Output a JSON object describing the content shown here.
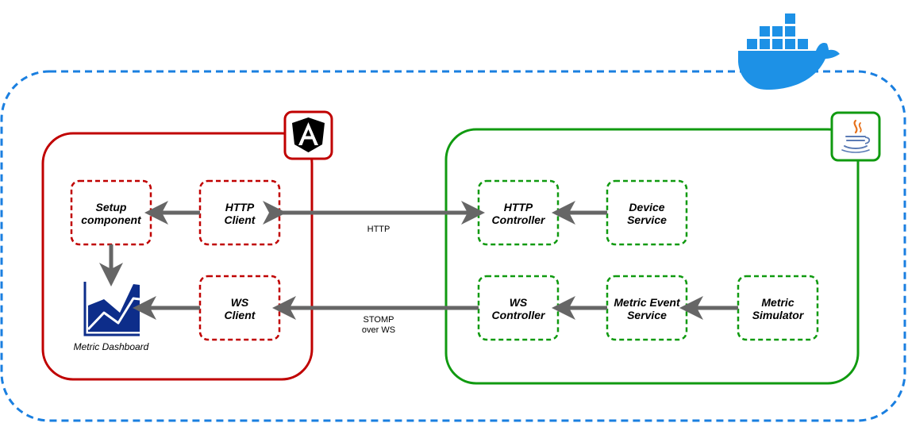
{
  "colors": {
    "docker_blue": "#1d91e6",
    "docker_border": "#1a7fe0",
    "angular_red": "#c00000",
    "java_green": "#109a10",
    "arrow_gray": "#666666",
    "dashboard_navy": "#0d2d8a"
  },
  "icons": {
    "docker": "docker-whale-icon",
    "angular": "angular-shield-icon",
    "java": "java-cup-icon",
    "dashboard": "area-chart-icon"
  },
  "angular_nodes": {
    "setup": {
      "line1": "Setup",
      "line2": "component"
    },
    "http_client": {
      "line1": "HTTP",
      "line2": "Client"
    },
    "ws_client": {
      "line1": "WS",
      "line2": "Client"
    },
    "dashboard_caption": "Metric Dashboard"
  },
  "java_nodes": {
    "http_controller": {
      "line1": "HTTP",
      "line2": "Controller"
    },
    "device_service": {
      "line1": "Device",
      "line2": "Service"
    },
    "ws_controller": {
      "line1": "WS",
      "line2": "Controller"
    },
    "metric_event_service": {
      "line1": "Metric Event",
      "line2": "Service"
    },
    "metric_simulator": {
      "line1": "Metric",
      "line2": "Simulator"
    }
  },
  "edges": {
    "http": {
      "line1": "HTTP"
    },
    "stomp": {
      "line1": "STOMP",
      "line2": "over WS"
    }
  }
}
